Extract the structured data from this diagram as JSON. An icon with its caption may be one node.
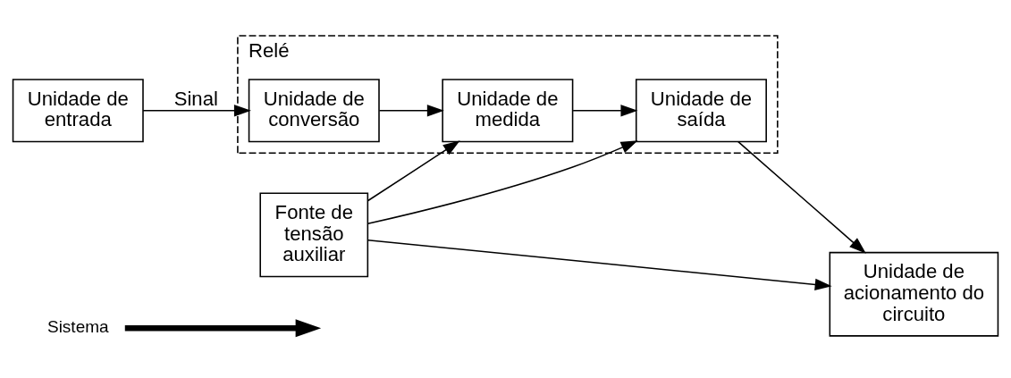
{
  "diagram": {
    "nodes": [
      {
        "text": [
          "Sistema"
        ]
      },
      {
        "text": [
          "Unidade de entrada"
        ]
      },
      {
        "text": [
          "Relé"
        ]
      },
      {
        "text": [
          "Unidade de conversão"
        ],
        "in": 2
      },
      {
        "text": [
          "Unidade de medida"
        ],
        "in": 2
      },
      {
        "text": [
          "Unidade de saída"
        ],
        "in": 2
      },
      {
        "text": [
          "Fonte de tensão auxiliar"
        ]
      },
      {
        "text": [
          "Unidade de acionamento do circuito"
        ]
      }
    ],
    "edges": [
      {
        "from": 0,
        "to": null,
        "arrow": "to",
        "style": "thick"
      },
      {
        "from": 1,
        "to": 3,
        "arrow": "to",
        "label": "Sinal"
      },
      {
        "from": 3,
        "to": 4,
        "arrow": "to"
      },
      {
        "from": 4,
        "to": 5,
        "arrow": "to"
      },
      {
        "from": 5,
        "to": 7,
        "arrow": "to"
      },
      {
        "from": 6,
        "to": 4,
        "arrow": "to"
      },
      {
        "from": 6,
        "to": 5,
        "arrow": "to"
      },
      {
        "from": 6,
        "to": 7,
        "arrow": "to"
      }
    ]
  }
}
